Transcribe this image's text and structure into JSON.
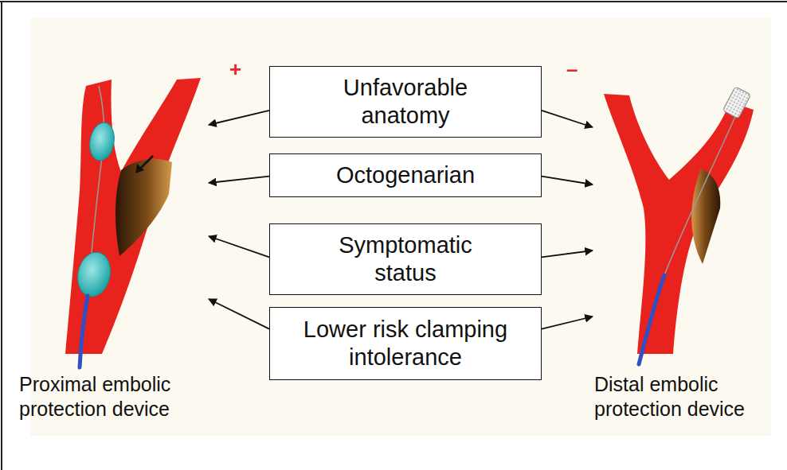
{
  "diagram": {
    "nodes": [
      {
        "text": [
          "Proximal embolic protection device"
        ]
      },
      {
        "text": [
          "Unfavorable anatomy"
        ]
      },
      {
        "text": [
          "Octogenarian"
        ]
      },
      {
        "text": [
          "Symptomatic status"
        ]
      },
      {
        "text": [
          "Lower risk clamping intolerance"
        ]
      },
      {
        "text": [
          "Distal embolic protection device"
        ]
      }
    ],
    "edges": [
      {
        "from": 1,
        "to": 0,
        "arrow": "to"
      },
      {
        "from": 1,
        "to": 5,
        "arrow": "to"
      },
      {
        "from": 2,
        "to": 0,
        "arrow": "to"
      },
      {
        "from": 2,
        "to": 5,
        "arrow": "to"
      },
      {
        "from": 3,
        "to": 0,
        "arrow": "to"
      },
      {
        "from": 3,
        "to": 5,
        "arrow": "to"
      },
      {
        "from": 4,
        "to": 0,
        "arrow": "to"
      },
      {
        "from": 4,
        "to": 5,
        "arrow": "to"
      }
    ],
    "labels": [
      "+",
      "–"
    ]
  }
}
